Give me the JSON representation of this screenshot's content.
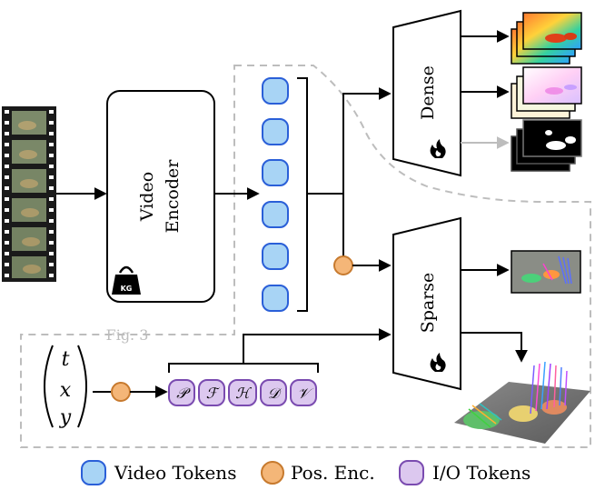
{
  "encoder": {
    "label_line1": "Video",
    "label_line2": "Encoder",
    "weight_badge": "KG"
  },
  "dense": {
    "label": "Dense"
  },
  "sparse": {
    "label": "Sparse"
  },
  "figure_ref": "Fig. 3",
  "coords": {
    "t": "t",
    "x": "x",
    "y": "y"
  },
  "io_tokens": [
    "𝒫",
    "ℱ",
    "ℋ",
    "𝒟",
    "𝒱"
  ],
  "legend": {
    "video_tokens": "Video Tokens",
    "pos_enc": "Pos. Enc.",
    "io_tokens": "I/O Tokens"
  },
  "colors": {
    "video_token_fill": "#a8d4f5",
    "video_token_stroke": "#2a5fd8",
    "pos_enc_fill": "#f4b678",
    "pos_enc_stroke": "#c77a2e",
    "io_token_fill": "#dcc8ef",
    "io_token_stroke": "#7a4bb0",
    "dashed_region": "#bdbdbd",
    "disabled_arrow": "#bdbdbd"
  },
  "icons": [
    "film-strip-icon",
    "kettlebell-icon",
    "flame-icon",
    "depth-map-stack-icon",
    "flow-map-stack-icon",
    "mask-stack-icon",
    "point-tracks-image-icon",
    "3d-tracks-render-icon"
  ]
}
